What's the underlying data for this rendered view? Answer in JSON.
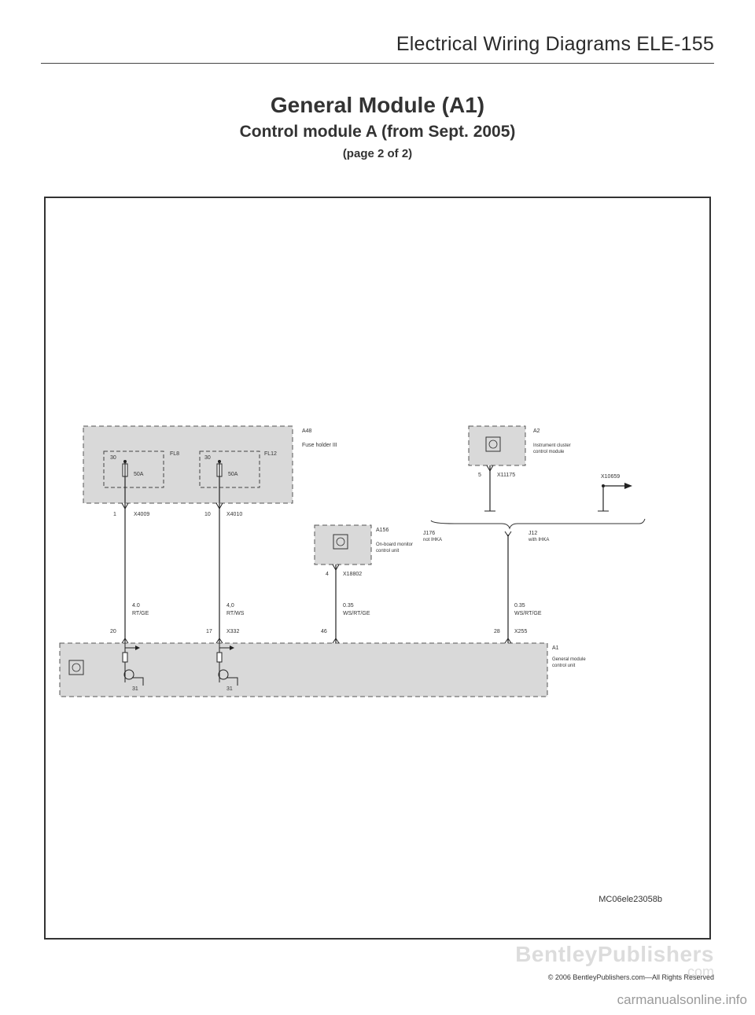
{
  "header": {
    "text": "Electrical Wiring Diagrams   ELE-155"
  },
  "title": "General Module (A1)",
  "subtitle": "Control module A (from Sept. 2005)",
  "page": "(page 2 of 2)",
  "diagram": {
    "fuse_holder": {
      "id": "A48",
      "name": "Fuse holder III",
      "fuses": [
        {
          "id": "FL8",
          "terminal": "30",
          "rating": "50A",
          "pin": "1",
          "connector": "X4009",
          "wire": "4.0",
          "color": "RT/GE",
          "module_pin": "20"
        },
        {
          "id": "FL12",
          "terminal": "30",
          "rating": "50A",
          "pin": "10",
          "connector": "X4010",
          "wire": "4,0",
          "color": "RT/WS",
          "module_pin": "17",
          "module_connector": "X332"
        }
      ]
    },
    "onboard_monitor": {
      "id": "A156",
      "name1": "On-board monitor",
      "name2": "control unit",
      "pin": "4",
      "connector": "X18802",
      "wire": "0.35",
      "color": "WS/RT/GE",
      "module_pin": "46"
    },
    "instrument_cluster": {
      "id": "A2",
      "name1": "Instrument cluster",
      "name2": "control module",
      "pin": "5",
      "connector": "X11175"
    },
    "connector_x10659": "X10659",
    "options": {
      "left_code": "J176",
      "left_text": "not IHKA",
      "right_code": "J12",
      "right_text": "with IHKA"
    },
    "right_wire": {
      "wire": "0.35",
      "color": "WS/RT/GE",
      "module_pin": "28",
      "module_connector": "X255"
    },
    "general_module": {
      "id": "A1",
      "name1": "General module",
      "name2": "control unit",
      "ground": "31"
    }
  },
  "figure_code": "MC06ele23058b",
  "footer": {
    "logo": "BentleyPublishers",
    "logo_sub": ".com",
    "copyright": "© 2006 BentleyPublishers.com—All Rights Reserved"
  },
  "watermark": "carmanualsonline.info"
}
